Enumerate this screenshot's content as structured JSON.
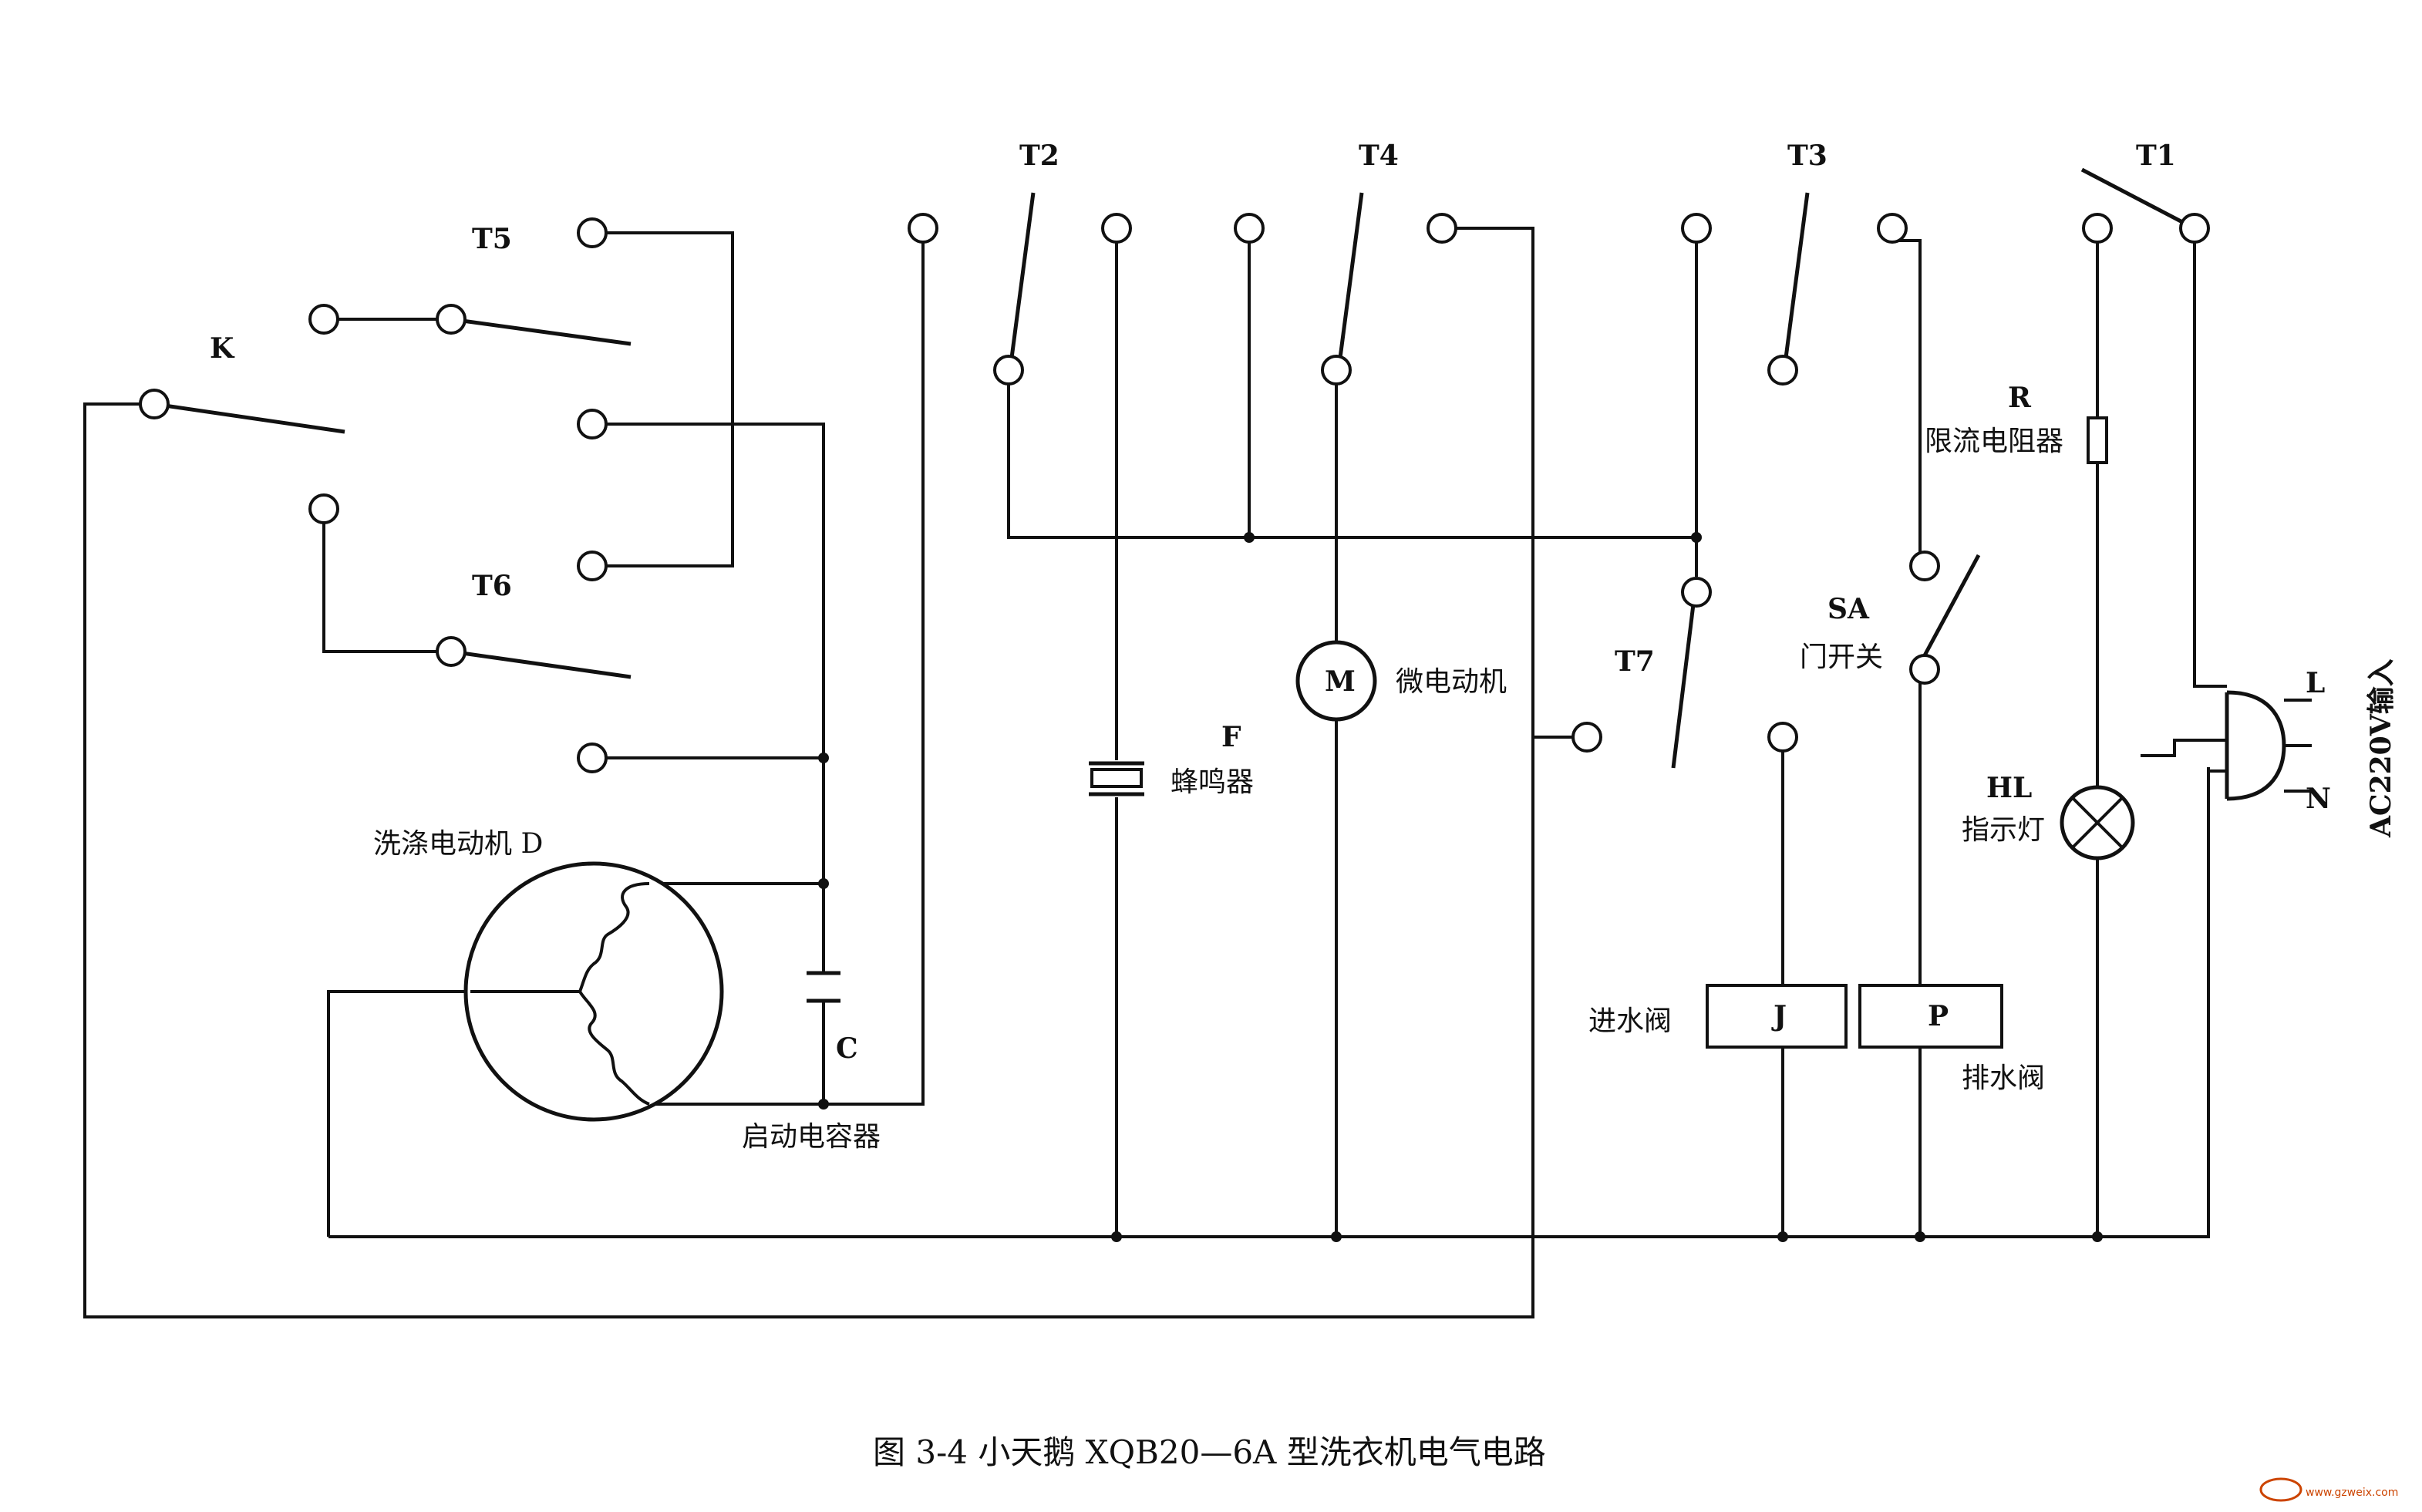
{
  "diagram": {
    "caption": "图 3-4 小天鹅 XQB20—6A 型洗衣机电气电路",
    "switches": {
      "k": "K",
      "t1": "T1",
      "t2": "T2",
      "t3": "T3",
      "t4": "T4",
      "t5": "T5",
      "t6": "T6",
      "t7": "T7",
      "sa": "SA",
      "sa_desc": "门开关"
    },
    "components": {
      "wash_motor": "洗涤电动机 D",
      "capacitor_letter": "C",
      "capacitor_desc": "启动电容器",
      "buzzer_letter": "F",
      "buzzer_desc": "蜂鸣器",
      "micro_motor_letter": "M",
      "micro_motor_desc": "微电动机",
      "inlet_valve_letter": "J",
      "inlet_valve_desc": "进水阀",
      "drain_valve_letter": "P",
      "drain_valve_desc": "排水阀",
      "resistor_letter": "R",
      "resistor_desc": "限流电阻器",
      "lamp_letter": "HL",
      "lamp_desc": "指示灯",
      "plug_l": "L",
      "plug_n": "N",
      "power_input": "AC220V输入"
    },
    "watermark": "www.gzweix.com"
  }
}
